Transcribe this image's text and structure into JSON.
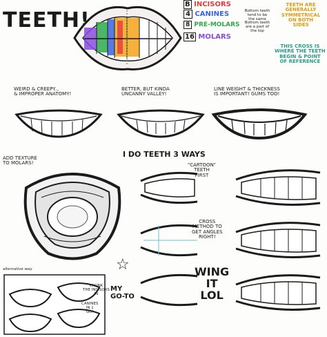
{
  "title": "TEETH!",
  "legend": {
    "incisors": {
      "key": "B",
      "label": "INCISORS",
      "color": "#e23b3b"
    },
    "canines": {
      "key": "4",
      "label": "CANINES",
      "color": "#3b62e2"
    },
    "premolars": {
      "key": "8",
      "label": "PRE-MOLARS",
      "color": "#2ea94b"
    },
    "molars": {
      "key": "16",
      "label": "MOLARS",
      "color": "#8a4ce0"
    },
    "extra_color": "#f4a21a"
  },
  "notes": {
    "bottom": "Bottom teeth tend to be the same\nBottom teeth are a part of the top",
    "symmetrical": "TEETH ARE\nGENERALLY SYMMETRICAL\nON BOTH\nSIDES",
    "cross": "THIS CROSS IS\nWHERE THE TEETH\nBEGIN & POINT\nOF REFERENCE",
    "weird": "WEIRD & CREEPY...\n& IMPROPER ANATOMY!",
    "better": "BETTER, BUT KINDA\nUNCANNY VALLEY!",
    "line_weight": "LINE WEIGHT & THICKNESS\nIS IMPORTANT! GUMS TOO!",
    "texture": "ADD TEXTURE\nTO MOLARS!",
    "three_ways": "I DO TEETH 3 WAYS",
    "cartoon": "\"CARTOON\"\nTEETH\nFIRST",
    "cross_method": "CROSS\nMETHOD TO\nGET ANGLES\nRIGHT!",
    "wing_it": "WING\nIT\nLOL",
    "alt_way": "alternative way",
    "chunk": "CHUNK\nTHE INCISORS\nIN",
    "canines_in": "CANINES\nIN 1\nGO!",
    "my_go_to": "MY\nGO-TO"
  }
}
